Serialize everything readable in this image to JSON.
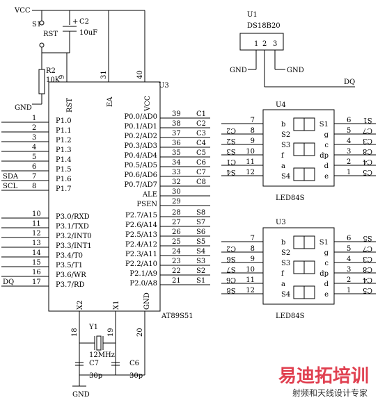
{
  "labels": {
    "vcc1": "VCC",
    "s1": "S1",
    "rst": "RST",
    "c2": "C2",
    "c2val": "10uF",
    "c2plus": "+",
    "r2": "R2",
    "r2val": "10K",
    "gnd": "GND",
    "pin9": "9",
    "pin31": "31",
    "pin40": "40",
    "u3": "U3",
    "rstpin": "RST",
    "ea": "EA",
    "vccpin": "VCC",
    "gndpin": "GND",
    "x2": "X2",
    "x1": "X1",
    "chip": "AT89S51",
    "y1": "Y1",
    "xtal": "12MHz",
    "c7": "C7",
    "c6": "C6",
    "c7val": "30p",
    "c6val": "30p",
    "pin18": "18",
    "pin19": "19",
    "pin20": "20",
    "gndbot": "GND",
    "u1": "U1",
    "ds": "DS18B20",
    "gnd_u1a": "GND",
    "gnd_u1b": "GND",
    "dq_out": "DQ",
    "u1p1": "1",
    "u1p2": "2",
    "u1p3": "3",
    "u4": "U4",
    "led_a": "LED84S",
    "u3b": "U3",
    "led_b": "LED84S",
    "watermark_main": "易迪拓培训",
    "watermark_sub": "射频和天线设计专家"
  },
  "mcu": {
    "left_pins": [
      {
        "num": "1",
        "name": "P1.0",
        "net": ""
      },
      {
        "num": "2",
        "name": "P1.1",
        "net": ""
      },
      {
        "num": "3",
        "name": "P1.2",
        "net": ""
      },
      {
        "num": "4",
        "name": "P1.3",
        "net": ""
      },
      {
        "num": "5",
        "name": "P1.4",
        "net": ""
      },
      {
        "num": "6",
        "name": "P1.5",
        "net": ""
      },
      {
        "num": "7",
        "name": "P1.6",
        "net": "SDA"
      },
      {
        "num": "8",
        "name": "P1.7",
        "net": "SCL"
      },
      {
        "num": "10",
        "name": "P3.0/RXD",
        "net": ""
      },
      {
        "num": "11",
        "name": "P3.1/TXD",
        "net": ""
      },
      {
        "num": "12",
        "name": "P3.2/INT0",
        "net": ""
      },
      {
        "num": "13",
        "name": "P3.3/INT1",
        "net": ""
      },
      {
        "num": "14",
        "name": "P3.4/T0",
        "net": ""
      },
      {
        "num": "15",
        "name": "P3.5/T1",
        "net": ""
      },
      {
        "num": "16",
        "name": "P3.6/WR",
        "net": ""
      },
      {
        "num": "17",
        "name": "P3.7/RD",
        "net": "DQ"
      }
    ],
    "right_pins": [
      {
        "num": "39",
        "name": "P0.0/AD0",
        "net": "C1"
      },
      {
        "num": "38",
        "name": "P0.1/AD1",
        "net": "C2"
      },
      {
        "num": "37",
        "name": "P0.2/AD2",
        "net": "C3"
      },
      {
        "num": "36",
        "name": "P0.3/AD3",
        "net": "C4"
      },
      {
        "num": "35",
        "name": "P0.4/AD4",
        "net": "C5"
      },
      {
        "num": "34",
        "name": "P0.5/AD5",
        "net": "C6"
      },
      {
        "num": "33",
        "name": "P0.6/AD6",
        "net": "C7"
      },
      {
        "num": "32",
        "name": "P0.7/AD7",
        "net": "C8"
      },
      {
        "num": "30",
        "name": "ALE",
        "net": ""
      },
      {
        "num": "29",
        "name": "PSEN",
        "net": ""
      },
      {
        "num": "28",
        "name": "P2.7/A15",
        "net": "S8"
      },
      {
        "num": "27",
        "name": "P2.6/A14",
        "net": "S7"
      },
      {
        "num": "26",
        "name": "P2.5/A13",
        "net": "S6"
      },
      {
        "num": "25",
        "name": "P2.4/A12",
        "net": "S5"
      },
      {
        "num": "24",
        "name": "P2.3/A11",
        "net": "S4"
      },
      {
        "num": "23",
        "name": "P2.2/A10",
        "net": "S3"
      },
      {
        "num": "22",
        "name": "P2.1/A9",
        "net": "S2"
      },
      {
        "num": "21",
        "name": "P2.0/A8",
        "net": "S1"
      }
    ]
  },
  "led_blocks": [
    {
      "inner_left": [
        "b",
        "S2",
        "S3",
        "f",
        "a",
        "S4"
      ],
      "inner_right": [
        "S1",
        "g",
        "c",
        "dp",
        "d",
        "e"
      ],
      "left_pins": [
        "7",
        "8",
        "9",
        "10",
        "11",
        "12"
      ],
      "right_pins": [
        "6",
        "5",
        "4",
        "3",
        "2",
        "1"
      ],
      "left_nets": [
        "",
        "C2",
        "S2",
        "S3",
        "C1",
        "S4"
      ],
      "right_nets": [
        "",
        "S1",
        "C7",
        "C3",
        "C8",
        "C4",
        "C5"
      ]
    },
    {
      "inner_left": [
        "b",
        "S2",
        "S3",
        "f",
        "a",
        "S4"
      ],
      "inner_right": [
        "S1",
        "g",
        "c",
        "dp",
        "d",
        "e"
      ],
      "left_pins": [
        "7",
        "8",
        "9",
        "10",
        "11",
        "12"
      ],
      "right_pins": [
        "6",
        "5",
        "4",
        "3",
        "2",
        "1"
      ],
      "left_nets": [
        "",
        "C2",
        "S6",
        "S7",
        "C6",
        "S8"
      ],
      "right_nets": [
        "",
        "S5",
        "C7",
        "C3",
        "C8",
        "C4",
        "C5"
      ]
    }
  ]
}
